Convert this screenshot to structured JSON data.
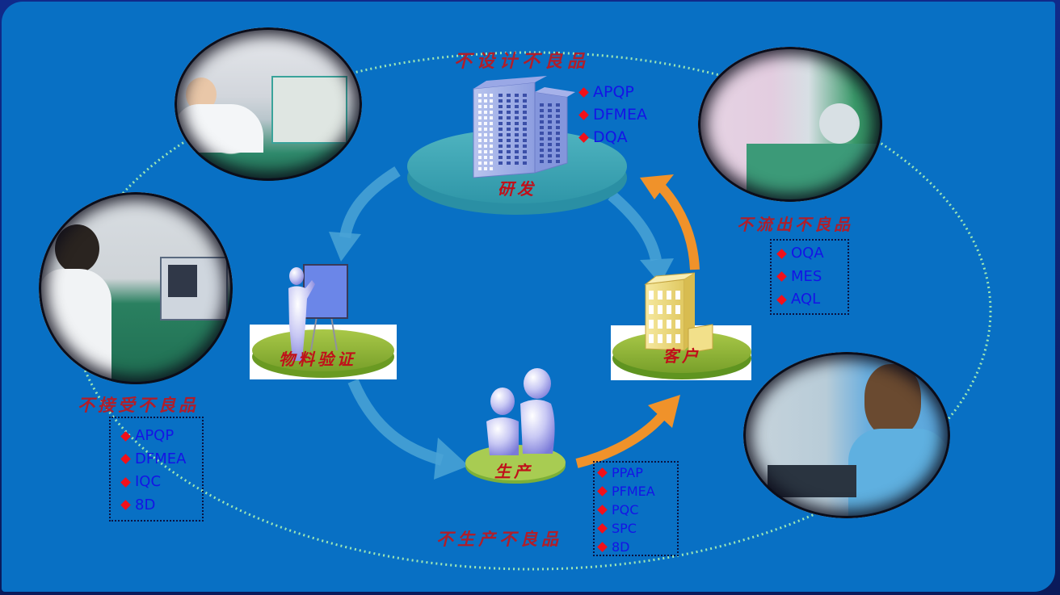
{
  "colors": {
    "background": "#0870c4",
    "outer_border": "#0a1a4a",
    "title_red": "#b01e2a",
    "label_red": "#c0101a",
    "bullet_red": "#f2101a",
    "list_blue": "#1414e6",
    "orbit_dots": "#9de7b5",
    "arrow_blue": "#4aa3d6",
    "arrow_orange": "#f0922a",
    "platform_teal": "#3aa3b4",
    "platform_green": "#8cb43a"
  },
  "orbit": {
    "style": "dotted-ellipse"
  },
  "nodes": {
    "rd": {
      "label": "研发",
      "icon": "office-building-icon",
      "heading": "不设计不良品",
      "items": [
        "APQP",
        "DFMEA",
        "DQA"
      ]
    },
    "material": {
      "label": "物料验证",
      "icon": "presenter-whiteboard-icon",
      "heading": "不接受不良品",
      "items": [
        "APQP",
        "DFMEA",
        "IQC",
        "8D"
      ]
    },
    "production": {
      "label": "生产",
      "icon": "people-icon",
      "heading": "不生产不良品",
      "items": [
        "PPAP",
        "PFMEA",
        "PQC",
        "SPC",
        "8D"
      ]
    },
    "customer": {
      "label": "客户",
      "icon": "small-building-icon",
      "heading": "不流出不良品",
      "items": [
        "OQA",
        "MES",
        "AQL"
      ]
    }
  },
  "photos": [
    {
      "name": "lab-technician-photo",
      "subject": "engineer testing equipment"
    },
    {
      "name": "oscilloscope-technician-photo",
      "subject": "technician at oscilloscope"
    },
    {
      "name": "cleanroom-line-photo",
      "subject": "workers in clean-room suits"
    },
    {
      "name": "assembly-line-photo",
      "subject": "workers on assembly line"
    }
  ],
  "flow": [
    {
      "from": "研发",
      "to": "物料验证",
      "color": "blue"
    },
    {
      "from": "物料验证",
      "to": "生产",
      "color": "blue"
    },
    {
      "from": "研发",
      "to": "客户",
      "color": "blue"
    },
    {
      "from": "生产",
      "to": "客户",
      "color": "orange"
    },
    {
      "from": "客户",
      "to": "研发",
      "color": "orange"
    }
  ]
}
